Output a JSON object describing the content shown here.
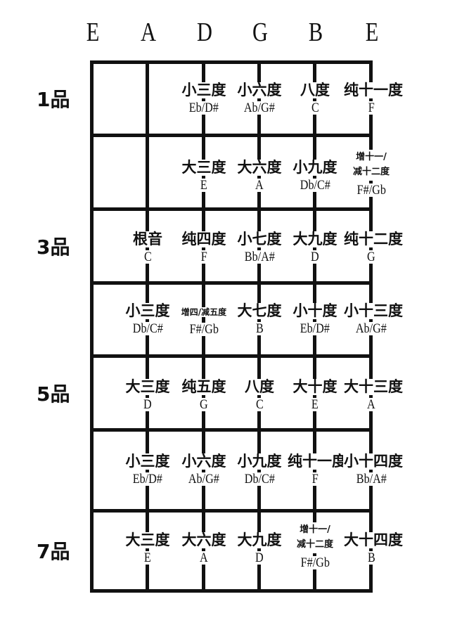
{
  "strings": [
    "E",
    "A",
    "D",
    "G",
    "B",
    "E"
  ],
  "fret_labels": [
    {
      "label": "1品",
      "fret": 1
    },
    {
      "label": "3品",
      "fret": 3
    },
    {
      "label": "5品",
      "fret": 5
    },
    {
      "label": "7品",
      "fret": 7
    }
  ],
  "frets": [
    {
      "fret": 1,
      "cells": [
        {
          "string": 2,
          "interval": "小三度",
          "note": "Eb/D#"
        },
        {
          "string": 3,
          "interval": "小六度",
          "note": "Ab/G#"
        },
        {
          "string": 4,
          "interval": "八度",
          "note": "C"
        },
        {
          "string": 5,
          "interval": "纯十一度",
          "note": "F"
        }
      ]
    },
    {
      "fret": 2,
      "cells": [
        {
          "string": 2,
          "interval": "大三度",
          "note": "E"
        },
        {
          "string": 3,
          "interval": "大六度",
          "note": "A"
        },
        {
          "string": 4,
          "interval": "小九度",
          "note": "Db/C#"
        },
        {
          "string": 5,
          "interval": "增十一/减十二度",
          "note": "F#/Gb",
          "two_line": [
            "增十一/",
            "减十二度"
          ]
        }
      ]
    },
    {
      "fret": 3,
      "cells": [
        {
          "string": 1,
          "interval": "根音",
          "note": "C"
        },
        {
          "string": 2,
          "interval": "纯四度",
          "note": "F"
        },
        {
          "string": 3,
          "interval": "小七度",
          "note": "Bb/A#"
        },
        {
          "string": 4,
          "interval": "大九度",
          "note": "D"
        },
        {
          "string": 5,
          "interval": "纯十二度",
          "note": "G"
        }
      ]
    },
    {
      "fret": 4,
      "cells": [
        {
          "string": 1,
          "interval": "小三度",
          "note": "Db/C#"
        },
        {
          "string": 2,
          "interval": "增四/减五度",
          "note": "F#/Gb",
          "small": true
        },
        {
          "string": 3,
          "interval": "大七度",
          "note": "B"
        },
        {
          "string": 4,
          "interval": "小十度",
          "note": "Eb/D#"
        },
        {
          "string": 5,
          "interval": "小十三度",
          "note": "Ab/G#"
        }
      ]
    },
    {
      "fret": 5,
      "cells": [
        {
          "string": 1,
          "interval": "大三度",
          "note": "D"
        },
        {
          "string": 2,
          "interval": "纯五度",
          "note": "G"
        },
        {
          "string": 3,
          "interval": "八度",
          "note": "C"
        },
        {
          "string": 4,
          "interval": "大十度",
          "note": "E"
        },
        {
          "string": 5,
          "interval": "大十三度",
          "note": "A"
        }
      ]
    },
    {
      "fret": 6,
      "cells": [
        {
          "string": 1,
          "interval": "小三度",
          "note": "Eb/D#"
        },
        {
          "string": 2,
          "interval": "小六度",
          "note": "Ab/G#"
        },
        {
          "string": 3,
          "interval": "小九度",
          "note": "Db/C#"
        },
        {
          "string": 4,
          "interval": "纯十一度",
          "note": "F"
        },
        {
          "string": 5,
          "interval": "小十四度",
          "note": "Bb/A#"
        }
      ]
    },
    {
      "fret": 7,
      "cells": [
        {
          "string": 1,
          "interval": "大三度",
          "note": "E"
        },
        {
          "string": 2,
          "interval": "大六度",
          "note": "A"
        },
        {
          "string": 3,
          "interval": "大九度",
          "note": "D"
        },
        {
          "string": 4,
          "interval": "增十一/减十二度",
          "note": "F#/Gb",
          "two_line": [
            "增十一/",
            "减十二度"
          ]
        },
        {
          "string": 5,
          "interval": "大十四度",
          "note": "B"
        }
      ]
    }
  ]
}
